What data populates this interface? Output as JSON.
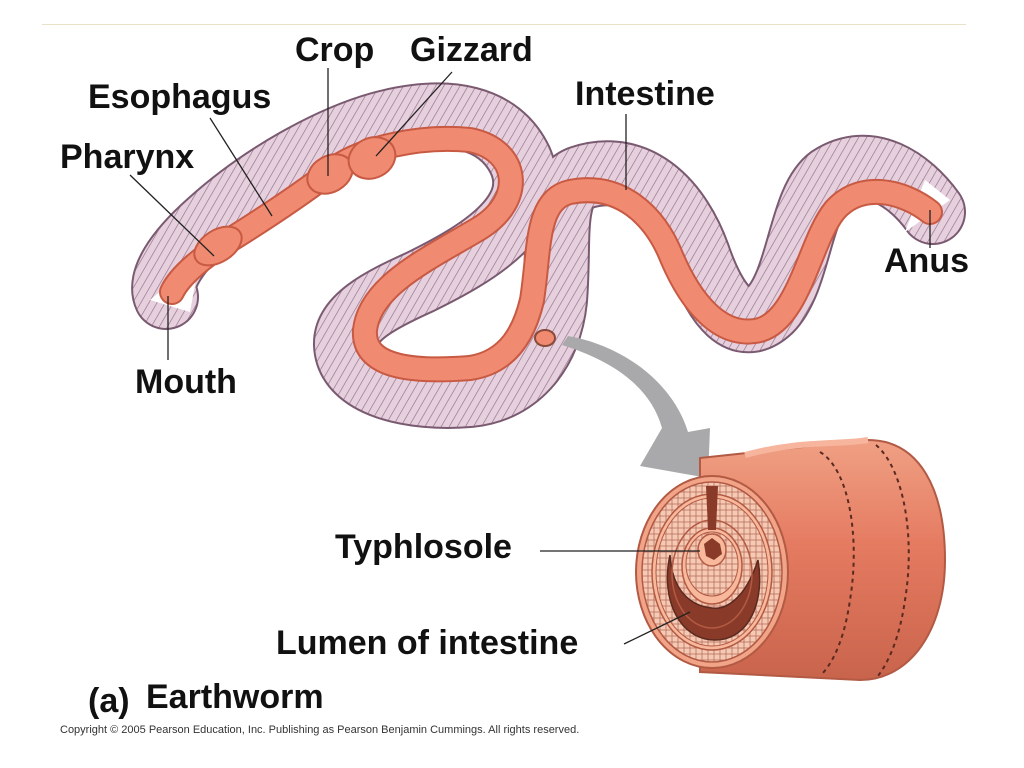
{
  "labels": {
    "crop": "Crop",
    "gizzard": "Gizzard",
    "esophagus": "Esophagus",
    "pharynx": "Pharynx",
    "intestine": "Intestine",
    "anus": "Anus",
    "mouth": "Mouth",
    "typhlosole": "Typhlosole",
    "lumen": "Lumen of intestine"
  },
  "caption": {
    "panel": "(a)",
    "title": "Earthworm"
  },
  "copyright": "Copyright © 2005 Pearson Education, Inc. Publishing as Pearson Benjamin Cummings. All rights reserved.",
  "colors": {
    "body": "#e7d0de",
    "body_edge": "#7a5a70",
    "gut": "#f08a70",
    "gut_edge": "#c85a44",
    "arrow": "#a9a9ab",
    "section_outer": "#e9836a",
    "section_inner": "#f7b89c"
  }
}
